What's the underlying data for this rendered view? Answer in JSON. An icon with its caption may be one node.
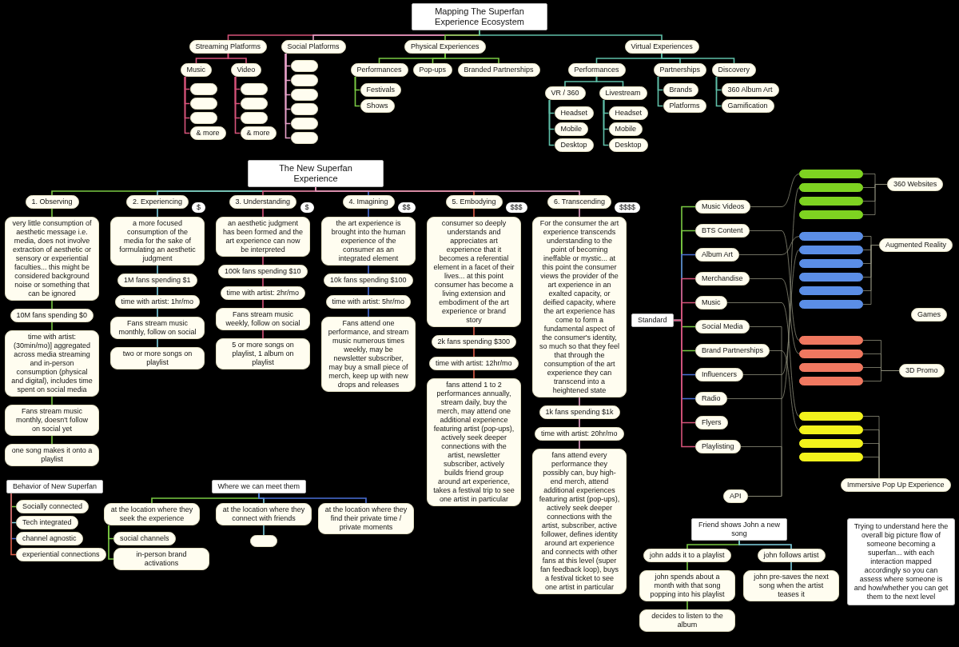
{
  "diagram": {
    "nodes": [
      {
        "text": [
          "Mapping The Superfan Experience Ecosystem"
        ]
      },
      {
        "text": [
          "Streaming Platforms"
        ]
      },
      {
        "text": [
          "Social Platforms"
        ]
      },
      {
        "text": [
          "Physical Experiences"
        ]
      },
      {
        "text": [
          "Virtual Experiences"
        ]
      },
      {
        "text": [
          "Music"
        ]
      },
      {
        "text": [
          "Video"
        ]
      },
      {
        "text": [],
        "shape": "box"
      },
      {
        "text": [],
        "shape": "box"
      },
      {
        "text": [],
        "shape": "box"
      },
      {
        "text": [
          "& more"
        ]
      },
      {
        "text": [],
        "shape": "box"
      },
      {
        "text": [],
        "shape": "box"
      },
      {
        "text": [],
        "shape": "box"
      },
      {
        "text": [
          "& more"
        ]
      },
      {
        "text": [],
        "shape": "box"
      },
      {
        "text": [],
        "shape": "box"
      },
      {
        "text": [],
        "shape": "box"
      },
      {
        "text": [],
        "shape": "box"
      },
      {
        "text": [],
        "shape": "box"
      },
      {
        "text": [],
        "shape": "box"
      },
      {
        "text": [
          "Performances"
        ]
      },
      {
        "text": [
          "Pop-ups"
        ]
      },
      {
        "text": [
          "Branded Partnerships"
        ]
      },
      {
        "text": [
          "Festivals"
        ]
      },
      {
        "text": [
          "Shows"
        ]
      },
      {
        "text": [
          "Performances"
        ]
      },
      {
        "text": [
          "Partnerships"
        ]
      },
      {
        "text": [
          "Discovery"
        ]
      },
      {
        "text": [
          "VR / 360"
        ]
      },
      {
        "text": [
          "Livestream"
        ]
      },
      {
        "text": [
          "Headset"
        ]
      },
      {
        "text": [
          "Mobile"
        ]
      },
      {
        "text": [
          "Desktop"
        ]
      },
      {
        "text": [
          "Headset"
        ]
      },
      {
        "text": [
          "Mobile"
        ]
      },
      {
        "text": [
          "Desktop"
        ]
      },
      {
        "text": [
          "Brands"
        ]
      },
      {
        "text": [
          "Platforms"
        ]
      },
      {
        "text": [
          "360 Album Art"
        ]
      },
      {
        "text": [
          "Gamification"
        ]
      },
      {
        "text": [
          "The New Superfan Experience"
        ]
      },
      {
        "text": [
          "1. Observing"
        ]
      },
      {
        "text": [
          "very little consumption of aesthetic message i.e. media, does not involve extraction of aesthetic or sensory or experiential faculties... this might be considered background noise or something that can be ignored"
        ]
      },
      {
        "text": [
          "10M fans spending $0"
        ]
      },
      {
        "text": [
          "time with artist: (30min/mo)] aggregated across media streaming and in-person consumption (physical and digital), includes time spent on social media"
        ]
      },
      {
        "text": [
          "Fans stream music monthly, doesn't follow on social yet"
        ]
      },
      {
        "text": [
          "one song makes it onto a playlist"
        ]
      },
      {
        "text": [
          "2. Experiencing"
        ],
        "beside": [
          "$"
        ]
      },
      {
        "text": [
          "a more focused consumption of the media for the sake of formulating an aesthetic judgment"
        ]
      },
      {
        "text": [
          "1M fans spending $1"
        ]
      },
      {
        "text": [
          "time with artist: 1hr/mo"
        ]
      },
      {
        "text": [
          "Fans stream music monthly, follow on social"
        ]
      },
      {
        "text": [
          "two or more songs on playlist"
        ]
      },
      {
        "text": [
          "3. Understanding"
        ],
        "beside": [
          "$"
        ]
      },
      {
        "text": [
          "an aesthetic judgment has been formed and the art experience can now be interpreted"
        ]
      },
      {
        "text": [
          "100k fans spending $10"
        ]
      },
      {
        "text": [
          "time with artist: 2hr/mo"
        ]
      },
      {
        "text": [
          "Fans stream music weekly, follow on social"
        ]
      },
      {
        "text": [
          "5 or more songs on playlist, 1 album on playlist"
        ]
      },
      {
        "text": [
          "4. Imagining"
        ],
        "beside": [
          "$$"
        ]
      },
      {
        "text": [
          "the art experience is brought into the human experience of the consumer as an integrated element"
        ]
      },
      {
        "text": [
          "10k fans spending $100"
        ]
      },
      {
        "text": [
          "time with artist: 5hr/mo"
        ]
      },
      {
        "text": [
          "Fans attend one performance, and stream music numerous times weekly, may be newsletter subscriber, may buy a small piece of merch, keep up with new drops and releases"
        ]
      },
      {
        "text": [
          "5. Embodying"
        ],
        "beside": [
          "$$$"
        ]
      },
      {
        "text": [
          "consumer so deeply understands and appreciates art experience that it becomes a referential element in a facet of their lives... at this point consumer has become a living extension and embodiment of the art experience or brand story"
        ]
      },
      {
        "text": [
          "2k fans spending $300"
        ]
      },
      {
        "text": [
          "time with artist: 12hr/mo"
        ]
      },
      {
        "text": [
          "fans attend 1 to 2 performances annually, stream daily, buy the merch, may attend one additional experience featuring artist (pop-ups), actively seek deeper connections with the artist, newsletter subscriber, actively builds friend group around art experience, takes a festival trip to see one artist in particular"
        ]
      },
      {
        "text": [
          "6. Transcending"
        ],
        "beside": [
          "$$$$"
        ]
      },
      {
        "text": [
          "For the consumer the art experience transcends understanding to the point of becoming ineffable or mystic... at this point the consumer views the provider of the art experience in an exalted capacity, or deified capacity, where the art experience has come to form a fundamental aspect of the consumer's identity, so much so that they feel that through the consumption of the art experience they can transcend into a heightened state"
        ]
      },
      {
        "text": [
          "1k fans spending $1k"
        ]
      },
      {
        "text": [
          "time with artist: 20hr/mo"
        ]
      },
      {
        "text": [
          "fans attend every performance they possibly can, buy high-end merch, attend additional experiences featuring artist (pop-ups), actively seek deeper connections with the artist, subscriber, active follower, defines identity around art experience and connects with other fans at this level (super fan feedback loop), buys a festival ticket to see one artist in particular"
        ]
      },
      {
        "text": [
          "Behavior of New Superfan"
        ]
      },
      {
        "text": [
          "Socially connected"
        ]
      },
      {
        "text": [
          "Tech integrated"
        ]
      },
      {
        "text": [
          "channel agnostic"
        ]
      },
      {
        "text": [
          "experiential connections"
        ]
      },
      {
        "text": [
          "Where we can meet them"
        ]
      },
      {
        "text": [
          "at the location where they seek the experience"
        ]
      },
      {
        "text": [
          "at the location where they connect with friends"
        ]
      },
      {
        "text": [
          "at the location where they find their private time / private moments"
        ]
      },
      {
        "text": [
          "social channels"
        ]
      },
      {
        "text": [
          "in-person brand activations"
        ]
      },
      {
        "text": [],
        "shape": "box"
      },
      {
        "text": [
          "Friend shows John a new song"
        ]
      },
      {
        "text": [
          "john adds it to a playlist"
        ]
      },
      {
        "text": [
          "john spends about a month with that song popping into his playlist"
        ]
      },
      {
        "text": [
          "decides to listen to the album"
        ]
      },
      {
        "text": [
          "john follows artist"
        ]
      },
      {
        "text": [
          "john pre-saves the next song when the artist teases it"
        ]
      },
      {
        "text": [
          "Standard"
        ]
      },
      {
        "text": [
          "Music Videos"
        ]
      },
      {
        "text": [
          "BTS Content"
        ]
      },
      {
        "text": [
          "Album Art"
        ]
      },
      {
        "text": [
          "Merchandise"
        ]
      },
      {
        "text": [
          "Music"
        ]
      },
      {
        "text": [
          "Social Media"
        ]
      },
      {
        "text": [
          "Brand Partnerships"
        ]
      },
      {
        "text": [
          "Influencers"
        ]
      },
      {
        "text": [
          "Radio"
        ]
      },
      {
        "text": [
          "Flyers"
        ]
      },
      {
        "text": [
          "Playlisting"
        ]
      },
      {
        "text": [
          "360 Websites"
        ]
      },
      {
        "text": [
          "Augmented Reality"
        ]
      },
      {
        "text": [
          "Games"
        ]
      },
      {
        "text": [
          "3D Promo"
        ]
      },
      {
        "text": [
          "Immersive Pop Up Experience"
        ]
      },
      {
        "text": [
          "API"
        ]
      },
      {
        "text": [],
        "shape": "box"
      },
      {
        "text": [],
        "shape": "box"
      },
      {
        "text": [],
        "shape": "box"
      },
      {
        "text": [],
        "shape": "box"
      },
      {
        "text": [],
        "shape": "box"
      },
      {
        "text": [],
        "shape": "box"
      },
      {
        "text": [],
        "shape": "box"
      },
      {
        "text": [],
        "shape": "box"
      },
      {
        "text": [],
        "shape": "box"
      },
      {
        "text": [],
        "shape": "box"
      },
      {
        "text": [],
        "shape": "box"
      },
      {
        "text": [],
        "shape": "box"
      },
      {
        "text": [],
        "shape": "box"
      },
      {
        "text": [],
        "shape": "box"
      },
      {
        "text": [],
        "shape": "box"
      },
      {
        "text": [],
        "shape": "box"
      },
      {
        "text": [],
        "shape": "box"
      },
      {
        "text": [],
        "shape": "box"
      }
    ],
    "edges": [
      {
        "from": 0,
        "to": 1,
        "arrow": "none",
        "color": "#d6537a"
      },
      {
        "from": 0,
        "to": 2,
        "arrow": "none",
        "color": "#e6a0c8"
      },
      {
        "from": 0,
        "to": 3,
        "arrow": "none",
        "color": "#7ac943"
      },
      {
        "from": 0,
        "to": 4,
        "arrow": "none",
        "color": "#5fbfa8"
      },
      {
        "from": 1,
        "to": 5,
        "arrow": "none",
        "color": "#d6537a"
      },
      {
        "from": 1,
        "to": 6,
        "arrow": "none",
        "color": "#d6537a"
      },
      {
        "from": 5,
        "to": 7,
        "arrow": "none",
        "color": "#d6537a"
      },
      {
        "from": 5,
        "to": 8,
        "arrow": "none",
        "color": "#d6537a"
      },
      {
        "from": 5,
        "to": 9,
        "arrow": "none",
        "color": "#d6537a"
      },
      {
        "from": 5,
        "to": 10,
        "arrow": "none",
        "color": "#d6537a"
      },
      {
        "from": 6,
        "to": 11,
        "arrow": "none",
        "color": "#d6537a"
      },
      {
        "from": 6,
        "to": 12,
        "arrow": "none",
        "color": "#d6537a"
      },
      {
        "from": 6,
        "to": 13,
        "arrow": "none",
        "color": "#d6537a"
      },
      {
        "from": 6,
        "to": 14,
        "arrow": "none",
        "color": "#d6537a"
      },
      {
        "from": 2,
        "to": 15,
        "arrow": "none",
        "color": "#e6a0c8"
      },
      {
        "from": 2,
        "to": 16,
        "arrow": "none",
        "color": "#e6a0c8"
      },
      {
        "from": 2,
        "to": 17,
        "arrow": "none",
        "color": "#e6a0c8"
      },
      {
        "from": 2,
        "to": 18,
        "arrow": "none",
        "color": "#e6a0c8"
      },
      {
        "from": 2,
        "to": 19,
        "arrow": "none",
        "color": "#e6a0c8"
      },
      {
        "from": 2,
        "to": 20,
        "arrow": "none",
        "color": "#e6a0c8"
      },
      {
        "from": 3,
        "to": 21,
        "arrow": "none",
        "color": "#7ac943"
      },
      {
        "from": 3,
        "to": 22,
        "arrow": "none",
        "color": "#7ac943"
      },
      {
        "from": 3,
        "to": 23,
        "arrow": "none",
        "color": "#7ac943"
      },
      {
        "from": 21,
        "to": 24,
        "arrow": "none",
        "color": "#7ac943"
      },
      {
        "from": 21,
        "to": 25,
        "arrow": "none",
        "color": "#7ac943"
      },
      {
        "from": 4,
        "to": 26,
        "arrow": "none",
        "color": "#5fbfa8"
      },
      {
        "from": 4,
        "to": 27,
        "arrow": "none",
        "color": "#5fbfa8"
      },
      {
        "from": 4,
        "to": 28,
        "arrow": "none",
        "color": "#5fbfa8"
      },
      {
        "from": 26,
        "to": 29,
        "arrow": "none",
        "color": "#5fbfa8"
      },
      {
        "from": 26,
        "to": 30,
        "arrow": "none",
        "color": "#5fbfa8"
      },
      {
        "from": 29,
        "to": 31,
        "arrow": "none",
        "color": "#5fbfa8"
      },
      {
        "from": 29,
        "to": 32,
        "arrow": "none",
        "color": "#5fbfa8"
      },
      {
        "from": 29,
        "to": 33,
        "arrow": "none",
        "color": "#5fbfa8"
      },
      {
        "from": 30,
        "to": 34,
        "arrow": "none",
        "color": "#5fbfa8"
      },
      {
        "from": 30,
        "to": 35,
        "arrow": "none",
        "color": "#5fbfa8"
      },
      {
        "from": 30,
        "to": 36,
        "arrow": "none",
        "color": "#5fbfa8"
      },
      {
        "from": 27,
        "to": 37,
        "arrow": "none",
        "color": "#5fbfa8"
      },
      {
        "from": 27,
        "to": 38,
        "arrow": "none",
        "color": "#5fbfa8"
      },
      {
        "from": 28,
        "to": 39,
        "arrow": "none",
        "color": "#5fbfa8"
      },
      {
        "from": 28,
        "to": 40,
        "arrow": "none",
        "color": "#5fbfa8"
      },
      {
        "from": 41,
        "to": 42,
        "arrow": "none",
        "color": "#7ac943"
      },
      {
        "from": 42,
        "to": 43,
        "arrow": "none",
        "color": "#7ac943"
      },
      {
        "from": 43,
        "to": 44,
        "arrow": "none",
        "color": "#7ac943"
      },
      {
        "from": 44,
        "to": 45,
        "arrow": "none",
        "color": "#7ac943"
      },
      {
        "from": 45,
        "to": 46,
        "arrow": "none",
        "color": "#7ac943"
      },
      {
        "from": 46,
        "to": 47,
        "arrow": "none",
        "color": "#7ac943"
      },
      {
        "from": 41,
        "to": 48,
        "arrow": "none",
        "color": "#7fd0e0"
      },
      {
        "from": 48,
        "to": 49,
        "arrow": "none",
        "color": "#7fd0e0"
      },
      {
        "from": 49,
        "to": 50,
        "arrow": "none",
        "color": "#7fd0e0"
      },
      {
        "from": 50,
        "to": 51,
        "arrow": "none",
        "color": "#7fd0e0"
      },
      {
        "from": 51,
        "to": 52,
        "arrow": "none",
        "color": "#7fd0e0"
      },
      {
        "from": 52,
        "to": 53,
        "arrow": "none",
        "color": "#7fd0e0"
      },
      {
        "from": 41,
        "to": 54,
        "arrow": "none",
        "color": "#d6537a"
      },
      {
        "from": 54,
        "to": 55,
        "arrow": "none",
        "color": "#d6537a"
      },
      {
        "from": 55,
        "to": 56,
        "arrow": "none",
        "color": "#d6537a"
      },
      {
        "from": 56,
        "to": 57,
        "arrow": "none",
        "color": "#d6537a"
      },
      {
        "from": 57,
        "to": 58,
        "arrow": "none",
        "color": "#d6537a"
      },
      {
        "from": 58,
        "to": 59,
        "arrow": "none",
        "color": "#d6537a"
      },
      {
        "from": 41,
        "to": 60,
        "arrow": "none",
        "color": "#4a6fd6"
      },
      {
        "from": 60,
        "to": 61,
        "arrow": "none",
        "color": "#4a6fd6"
      },
      {
        "from": 61,
        "to": 62,
        "arrow": "none",
        "color": "#4a6fd6"
      },
      {
        "from": 62,
        "to": 63,
        "arrow": "none",
        "color": "#4a6fd6"
      },
      {
        "from": 63,
        "to": 64,
        "arrow": "none",
        "color": "#4a6fd6"
      },
      {
        "from": 41,
        "to": 65,
        "arrow": "none",
        "color": "#e0604a"
      },
      {
        "from": 65,
        "to": 66,
        "arrow": "none",
        "color": "#e0604a"
      },
      {
        "from": 66,
        "to": 67,
        "arrow": "none",
        "color": "#e0604a"
      },
      {
        "from": 67,
        "to": 68,
        "arrow": "none",
        "color": "#e0604a"
      },
      {
        "from": 68,
        "to": 69,
        "arrow": "none",
        "color": "#e0604a"
      },
      {
        "from": 41,
        "to": 70,
        "arrow": "none",
        "color": "#e6a0c8"
      },
      {
        "from": 70,
        "to": 71,
        "arrow": "none",
        "color": "#e6a0c8"
      },
      {
        "from": 71,
        "to": 72,
        "arrow": "none",
        "color": "#e6a0c8"
      },
      {
        "from": 72,
        "to": 73,
        "arrow": "none",
        "color": "#e6a0c8"
      },
      {
        "from": 73,
        "to": 74,
        "arrow": "none",
        "color": "#e6a0c8"
      },
      {
        "from": 75,
        "to": 76,
        "arrow": "none",
        "color": "#7ac943"
      },
      {
        "from": 75,
        "to": 77,
        "arrow": "none",
        "color": "#7fd0e0"
      },
      {
        "from": 75,
        "to": 78,
        "arrow": "none",
        "color": "#4a6fd6"
      },
      {
        "from": 75,
        "to": 79,
        "arrow": "none",
        "color": "#e0604a"
      },
      {
        "from": 80,
        "to": 81,
        "arrow": "none",
        "color": "#7ac943"
      },
      {
        "from": 80,
        "to": 82,
        "arrow": "none",
        "color": "#7fd0e0"
      },
      {
        "from": 80,
        "to": 83,
        "arrow": "none",
        "color": "#4a6fd6"
      },
      {
        "from": 81,
        "to": 84,
        "arrow": "none",
        "color": "#7ac943"
      },
      {
        "from": 81,
        "to": 85,
        "arrow": "none",
        "color": "#7ac943"
      },
      {
        "from": 82,
        "to": 86,
        "arrow": "none",
        "color": "#7fd0e0"
      },
      {
        "from": 87,
        "to": 88,
        "arrow": "none",
        "color": "#7ac943"
      },
      {
        "from": 88,
        "to": 89,
        "arrow": "none",
        "color": "#7ac943"
      },
      {
        "from": 89,
        "to": 90,
        "arrow": "none",
        "color": "#7ac943"
      },
      {
        "from": 87,
        "to": 91,
        "arrow": "none",
        "color": "#7fd0e0"
      },
      {
        "from": 91,
        "to": 92,
        "arrow": "none",
        "color": "#7fd0e0"
      },
      {
        "from": 93,
        "to": 94,
        "arrow": "none",
        "color": "#7ac943"
      },
      {
        "from": 93,
        "to": 95,
        "arrow": "none",
        "color": "#7ac943"
      },
      {
        "from": 93,
        "to": 96,
        "arrow": "none",
        "color": "#4a6fd6"
      },
      {
        "from": 93,
        "to": 97,
        "arrow": "none",
        "color": "#d6537a"
      },
      {
        "from": 93,
        "to": 98,
        "arrow": "none",
        "color": "#d6537a"
      },
      {
        "from": 93,
        "to": 99,
        "arrow": "none",
        "color": "#7ac943"
      },
      {
        "from": 93,
        "to": 100,
        "arrow": "none",
        "color": "#7ac943"
      },
      {
        "from": 93,
        "to": 101,
        "arrow": "none",
        "color": "#4a6fd6"
      },
      {
        "from": 93,
        "to": 102,
        "arrow": "none",
        "color": "#4a6fd6"
      },
      {
        "from": 93,
        "to": 103,
        "arrow": "none",
        "color": "#d6537a"
      },
      {
        "from": 93,
        "to": 104,
        "arrow": "none",
        "color": "#d6537a"
      },
      {
        "from": 111,
        "to": 105,
        "arrow": "none"
      },
      {
        "from": 112,
        "to": 105,
        "arrow": "none"
      },
      {
        "from": 113,
        "to": 105,
        "arrow": "none"
      },
      {
        "from": 114,
        "to": 105,
        "arrow": "none"
      },
      {
        "from": 115,
        "to": 106,
        "arrow": "none"
      },
      {
        "from": 116,
        "to": 106,
        "arrow": "none"
      },
      {
        "from": 117,
        "to": 106,
        "arrow": "none"
      },
      {
        "from": 118,
        "to": 106,
        "arrow": "none"
      },
      {
        "from": 119,
        "to": 106,
        "arrow": "none"
      },
      {
        "from": 120,
        "to": 106,
        "arrow": "none"
      },
      {
        "from": 121,
        "to": 108,
        "arrow": "none"
      },
      {
        "from": 122,
        "to": 108,
        "arrow": "none"
      },
      {
        "from": 123,
        "to": 108,
        "arrow": "none"
      },
      {
        "from": 124,
        "to": 108,
        "arrow": "none"
      },
      {
        "from": 125,
        "to": 109,
        "arrow": "none"
      },
      {
        "from": 126,
        "to": 109,
        "arrow": "none"
      },
      {
        "from": 127,
        "to": 109,
        "arrow": "none"
      },
      {
        "from": 128,
        "to": 109,
        "arrow": "none"
      },
      {
        "from": 94,
        "to": 111,
        "arrow": "none"
      },
      {
        "from": 95,
        "to": 121,
        "arrow": "none"
      },
      {
        "from": 96,
        "to": 115,
        "arrow": "none"
      },
      {
        "from": 97,
        "to": 122,
        "arrow": "none"
      },
      {
        "from": 98,
        "to": 125,
        "arrow": "none"
      },
      {
        "from": 99,
        "to": 110,
        "arrow": "none"
      },
      {
        "from": 100,
        "to": 126,
        "arrow": "none"
      },
      {
        "from": 101,
        "to": 116,
        "arrow": "none"
      },
      {
        "from": 102,
        "to": 112,
        "arrow": "none"
      },
      {
        "from": 104,
        "to": 110,
        "arrow": "none"
      }
    ],
    "labels": [
      "Trying to understand here the overall big picture flow of someone becoming a superfan... with each interaction mapped accordingly so you can assess where someone is and how/whether you can get them to the next level"
    ]
  }
}
